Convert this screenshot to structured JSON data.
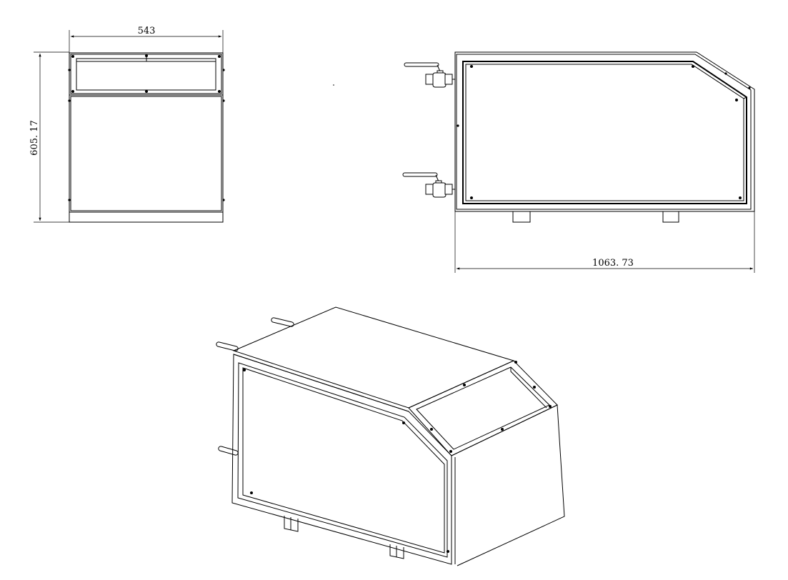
{
  "dimensions": {
    "front_width": "543",
    "front_height": "605. 17",
    "side_length": "1063. 73"
  }
}
